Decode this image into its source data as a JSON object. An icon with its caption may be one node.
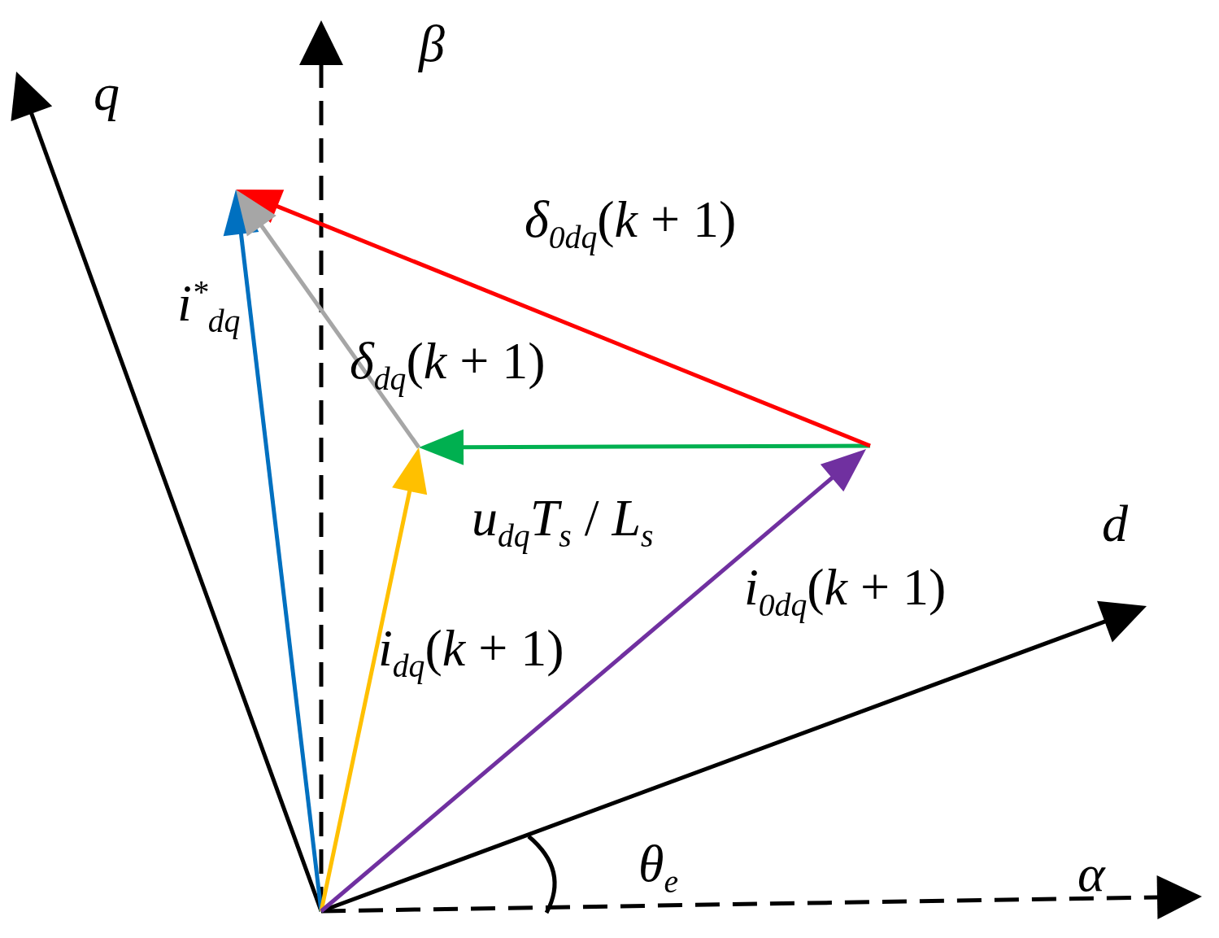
{
  "diagram": {
    "labels": [
      "β",
      "q",
      "*δ*$_{0dq}$(*k* + 1)",
      "*i*$^{*}$$_{dq}$",
      "*δ*$_{dq}$(*k* + 1)",
      "*u*$_{dq}$*T*$_{s}$ / *L*$_{s}$",
      "d",
      "*i*$_{0dq}$(*k* + 1)",
      "*i*$_{dq}$(*k* + 1)",
      "*θ*$_{e}$",
      "α"
    ]
  }
}
